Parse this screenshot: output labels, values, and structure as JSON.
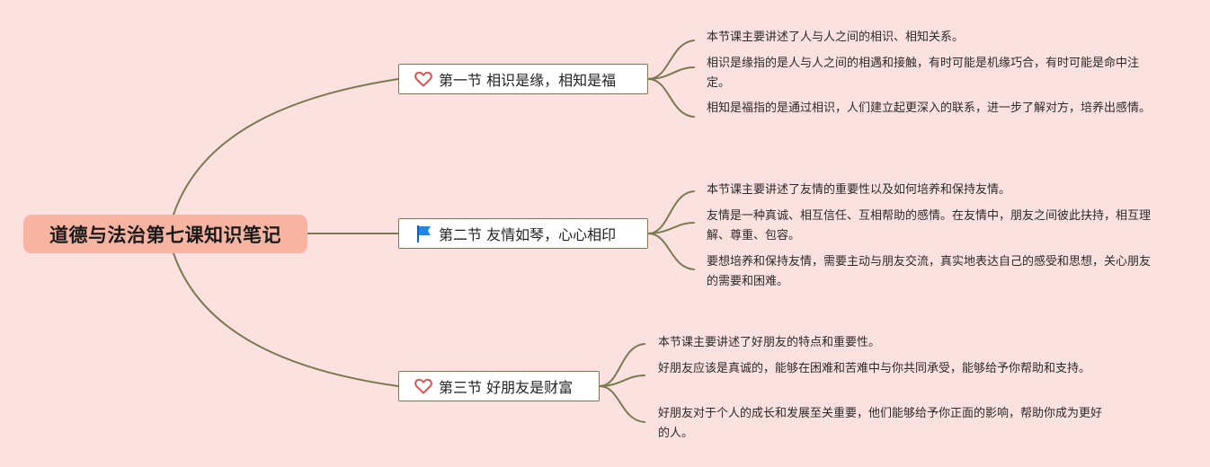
{
  "root": {
    "title": "道德与法治第七课知识笔记"
  },
  "colors": {
    "background": "#fde1e1",
    "root_fill": "#f8b4a2",
    "branch_line": "#7a7a50",
    "heart_icon": "#d9534f",
    "flag_icon": "#1e88e5"
  },
  "sections": [
    {
      "icon": "heart-icon",
      "title": "第一节 相识是缘，相知是福",
      "notes": [
        "本节课主要讲述了人与人之间的相识、相知关系。",
        "相识是缘指的是人与人之间的相遇和接触，有时可能是机缘巧合，有时可能是命中注定。",
        "相知是福指的是通过相识，人们建立起更深入的联系，进一步了解对方，培养出感情。"
      ]
    },
    {
      "icon": "flag-icon",
      "title": "第二节 友情如琴，心心相印",
      "notes": [
        "本节课主要讲述了友情的重要性以及如何培养和保持友情。",
        "友情是一种真诚、相互信任、互相帮助的感情。在友情中，朋友之间彼此扶持，相互理解、尊重、包容。",
        "要想培养和保持友情，需要主动与朋友交流，真实地表达自己的感受和思想，关心朋友的需要和困难。"
      ]
    },
    {
      "icon": "heart-icon",
      "title": "第三节 好朋友是财富",
      "notes": [
        "本节课主要讲述了好朋友的特点和重要性。",
        "好朋友应该是真诚的，能够在困难和苦难中与你共同承受，能够给予你帮助和支持。",
        "好朋友对于个人的成长和发展至关重要，他们能够给予你正面的影响，帮助你成为更好的人。"
      ]
    }
  ]
}
